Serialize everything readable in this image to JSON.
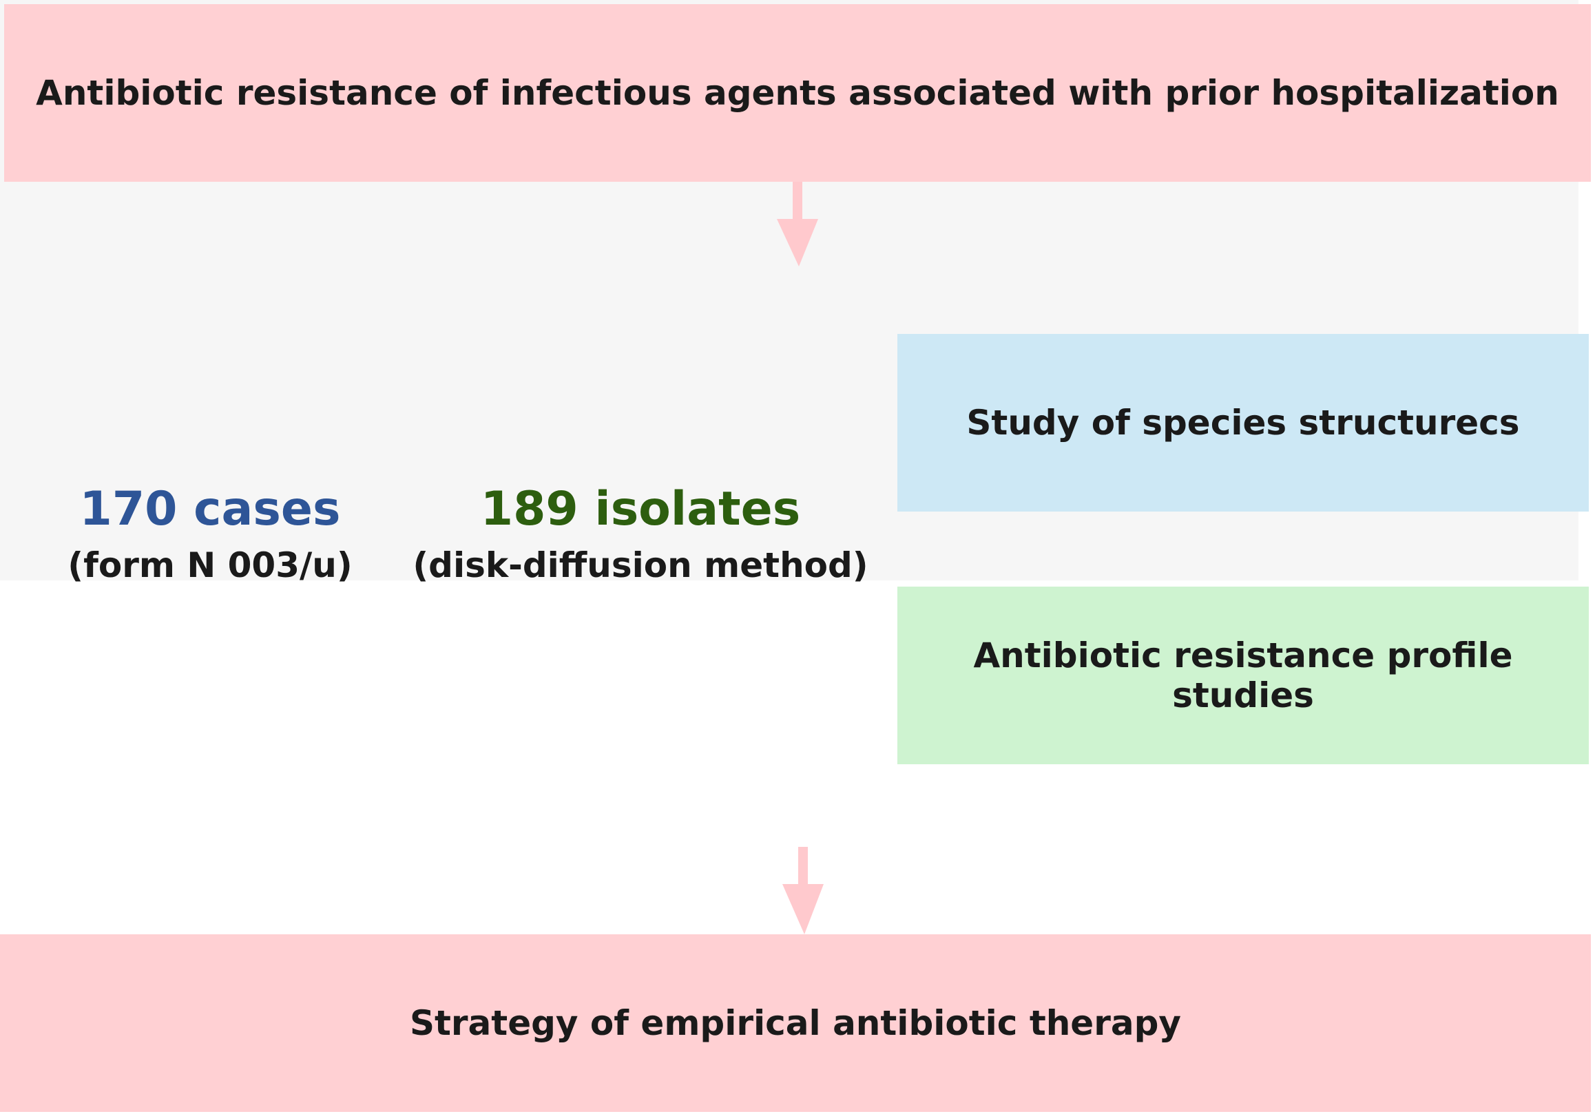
{
  "top_box": {
    "text": "Antibiotic resistance of infectious agents associated with prior hospitalization"
  },
  "stats": {
    "cases": {
      "value_label": "170 cases",
      "source_label": "(form N 003/u)",
      "color": "#2e5597"
    },
    "isolates": {
      "value_label": "189 isolates",
      "source_label": "(disk-diffusion method)",
      "color": "#2d5e0f"
    }
  },
  "side_boxes": {
    "species": "Study of species structurecs",
    "resistance": "Antibiotic resistance profile studies"
  },
  "bottom_box": {
    "text": "Strategy of empirical antibiotic therapy"
  },
  "colors": {
    "pink": "#ffd0d3",
    "arrow": "#ffc9cd",
    "blue_box": "#cde8f5",
    "green_box": "#cef3d0",
    "panel": "#f6f6f6"
  }
}
